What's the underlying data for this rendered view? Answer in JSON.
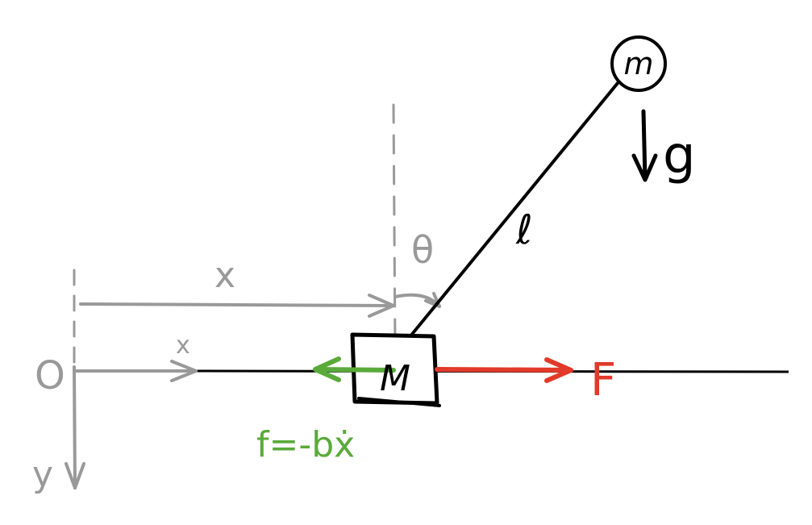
{
  "labels": {
    "origin": "O",
    "x_axis": "x",
    "y_axis": "y",
    "x_distance": "x",
    "theta": "θ",
    "length": "ℓ",
    "pendulum_mass": "m",
    "gravity": "g",
    "cart_mass": "M",
    "applied_force": "F",
    "friction_force": "f=-bẋ"
  },
  "colors": {
    "axis_gray": "#999999",
    "ink": "#000000",
    "friction_green": "#5aaa3a",
    "force_red": "#e23a2a"
  }
}
